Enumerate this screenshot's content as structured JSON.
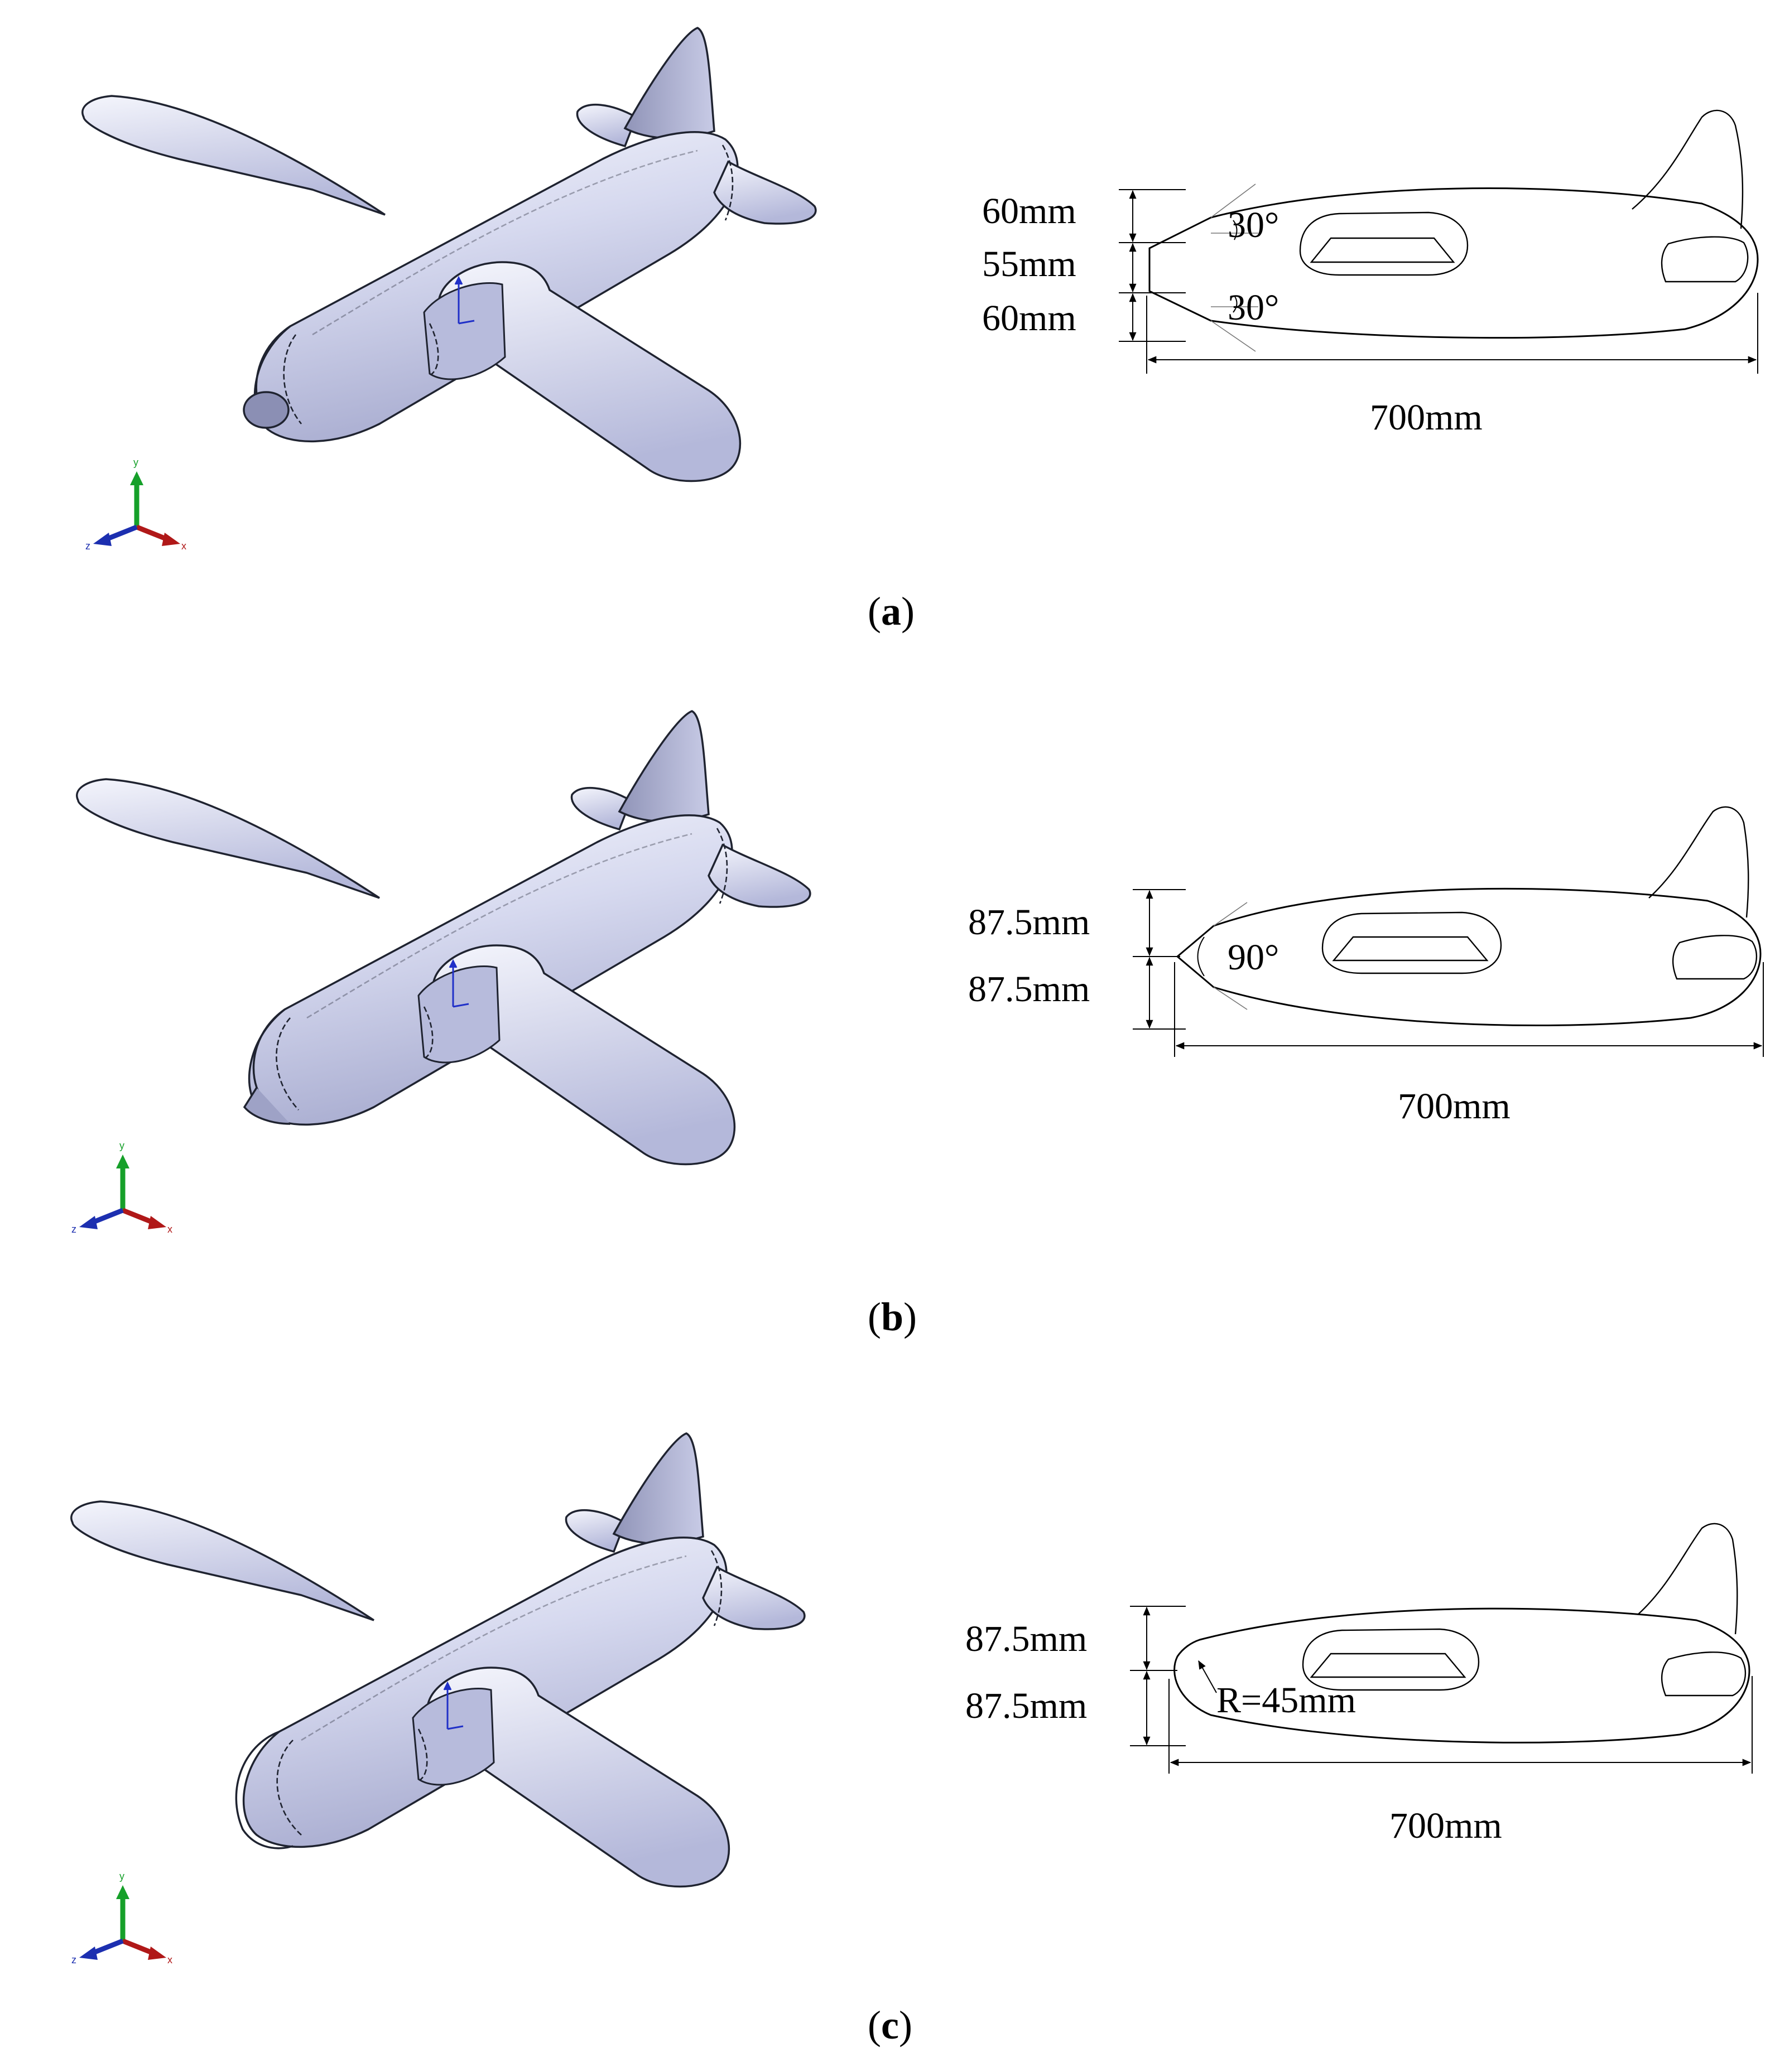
{
  "panels": [
    {
      "id": "a",
      "caption_letter": "a",
      "nose": "pointed-two-step",
      "dims": {
        "top": "60mm",
        "mid": "55mm",
        "bottom": "60mm",
        "angle_top": "30°",
        "angle_bottom": "30°",
        "length": "700mm"
      }
    },
    {
      "id": "b",
      "caption_letter": "b",
      "nose": "pointed-90",
      "dims": {
        "upper": "87.5mm",
        "lower": "87.5mm",
        "angle": "90°",
        "length": "700mm"
      }
    },
    {
      "id": "c",
      "caption_letter": "c",
      "nose": "rounded",
      "dims": {
        "upper": "87.5mm",
        "lower": "87.5mm",
        "radius": "R=45mm",
        "length": "700mm"
      }
    }
  ],
  "axis_triad": {
    "x": "x",
    "y": "y",
    "z": "z"
  },
  "colors": {
    "body_fill": "#c9cce6",
    "body_light": "#f4f5fc",
    "edge": "#1f2330",
    "axis_x": "#b01818",
    "axis_y": "#16a02a",
    "axis_z": "#1c2fb0",
    "triad_mark": "#2030c8"
  }
}
